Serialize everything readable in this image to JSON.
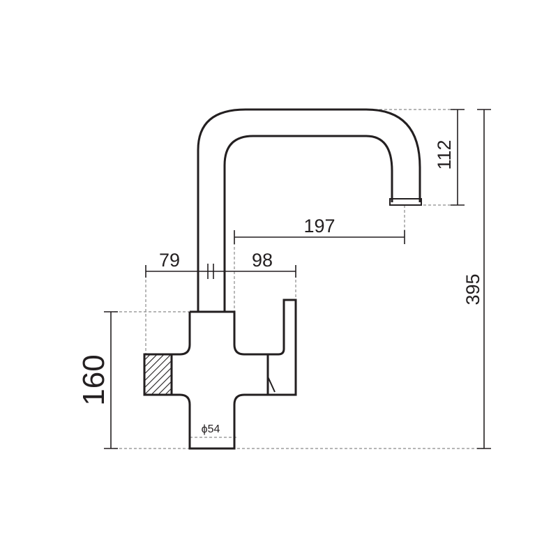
{
  "diagram": {
    "dimensions": {
      "spout_drop": "112",
      "total_height": "395",
      "spout_reach": "197",
      "left_offset": "79",
      "right_offset": "98",
      "body_height": "160",
      "base_diameter": "ϕ54"
    },
    "colors": {
      "line": "#231f20",
      "extension_line": "#8a8a8a",
      "background": "#ffffff"
    }
  }
}
